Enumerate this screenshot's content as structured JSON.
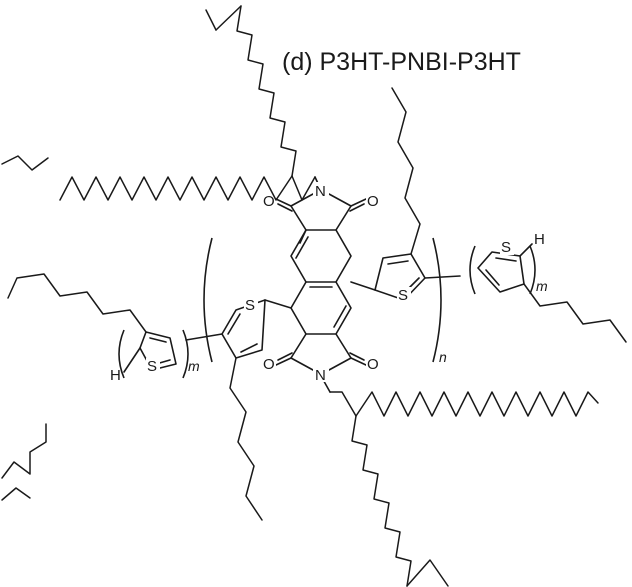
{
  "figure": {
    "title": "(d) P3HT-PNBI-P3HT"
  },
  "atoms": {
    "nitrogen": "N",
    "oxygen": "O",
    "sulfur": "S",
    "hydrogen": "H"
  },
  "repeat_subscripts": {
    "p3ht": "m",
    "pnbi": "n"
  }
}
